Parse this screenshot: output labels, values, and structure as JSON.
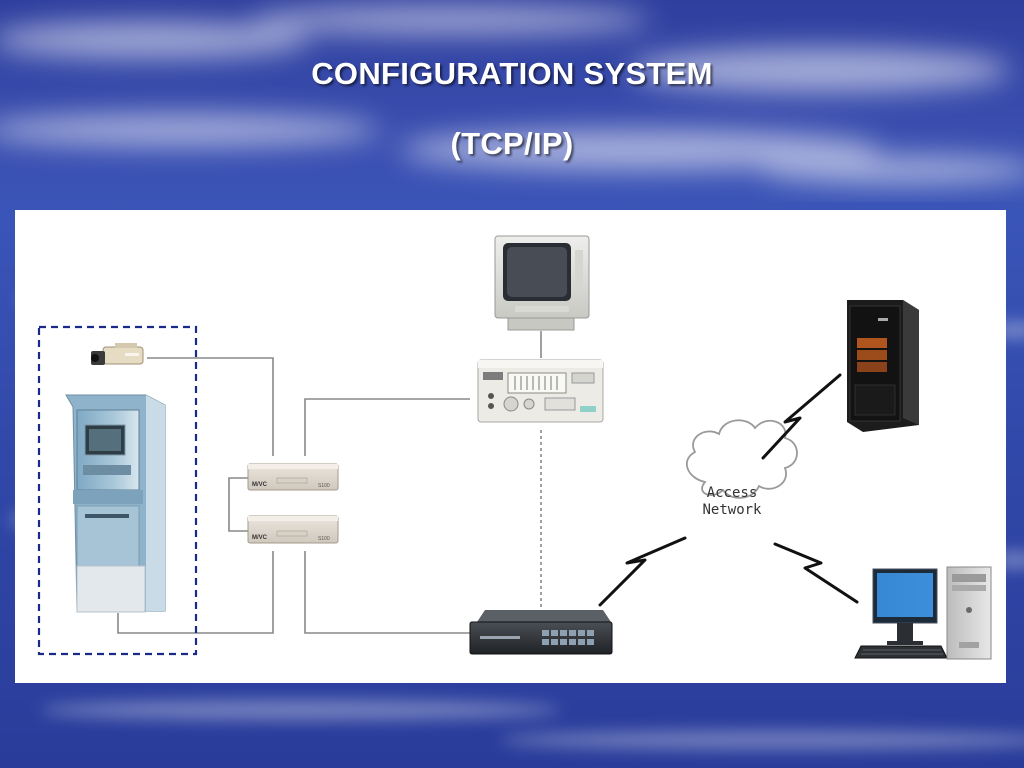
{
  "slide": {
    "title_line1": "CONFIGURATION SYSTEM",
    "title_line2": "(TCP/IP)"
  },
  "diagram": {
    "cloud_line1": "Access",
    "cloud_line2": "Network",
    "icons": [
      "camera-icon",
      "atm-kiosk-icon",
      "video-encoder-icon",
      "video-encoder-icon",
      "crt-monitor-icon",
      "dvr-recorder-icon",
      "network-switch-icon",
      "server-tower-icon",
      "desktop-pc-icon",
      "cloud-icon",
      "wireless-link-icon"
    ],
    "colors": {
      "background": "#3048a8",
      "dashed_box": "#1a2a8a",
      "lines": "#888888"
    }
  }
}
